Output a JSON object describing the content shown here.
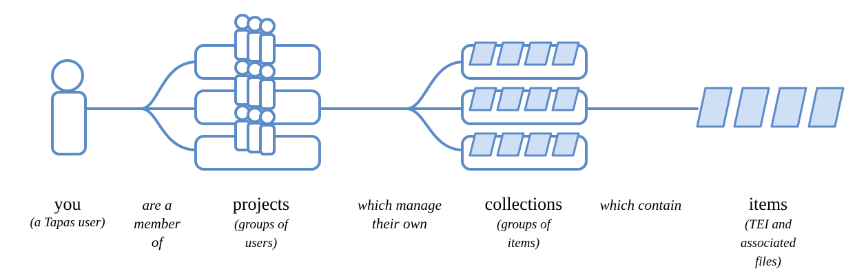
{
  "colors": {
    "stroke": "#5b8cc8",
    "fill": "#cfe0f6",
    "bg": "#ffffff"
  },
  "labels": {
    "you": "you",
    "you_sub": "(a Tapas user)",
    "member_1": "are a",
    "member_2": "member",
    "member_3": "of",
    "projects": "projects",
    "projects_sub_1": "(groups of",
    "projects_sub_2": "users)",
    "manage_1": "which manage",
    "manage_2": "their own",
    "collections": "collections",
    "collections_sub_1": "(groups of",
    "collections_sub_2": "items)",
    "contain": "which contain",
    "items": "items",
    "items_sub_1": "(TEI and",
    "items_sub_2": "associated",
    "items_sub_3": "files)"
  },
  "icons": [
    "person-icon",
    "user-group-icon",
    "document-icon"
  ]
}
